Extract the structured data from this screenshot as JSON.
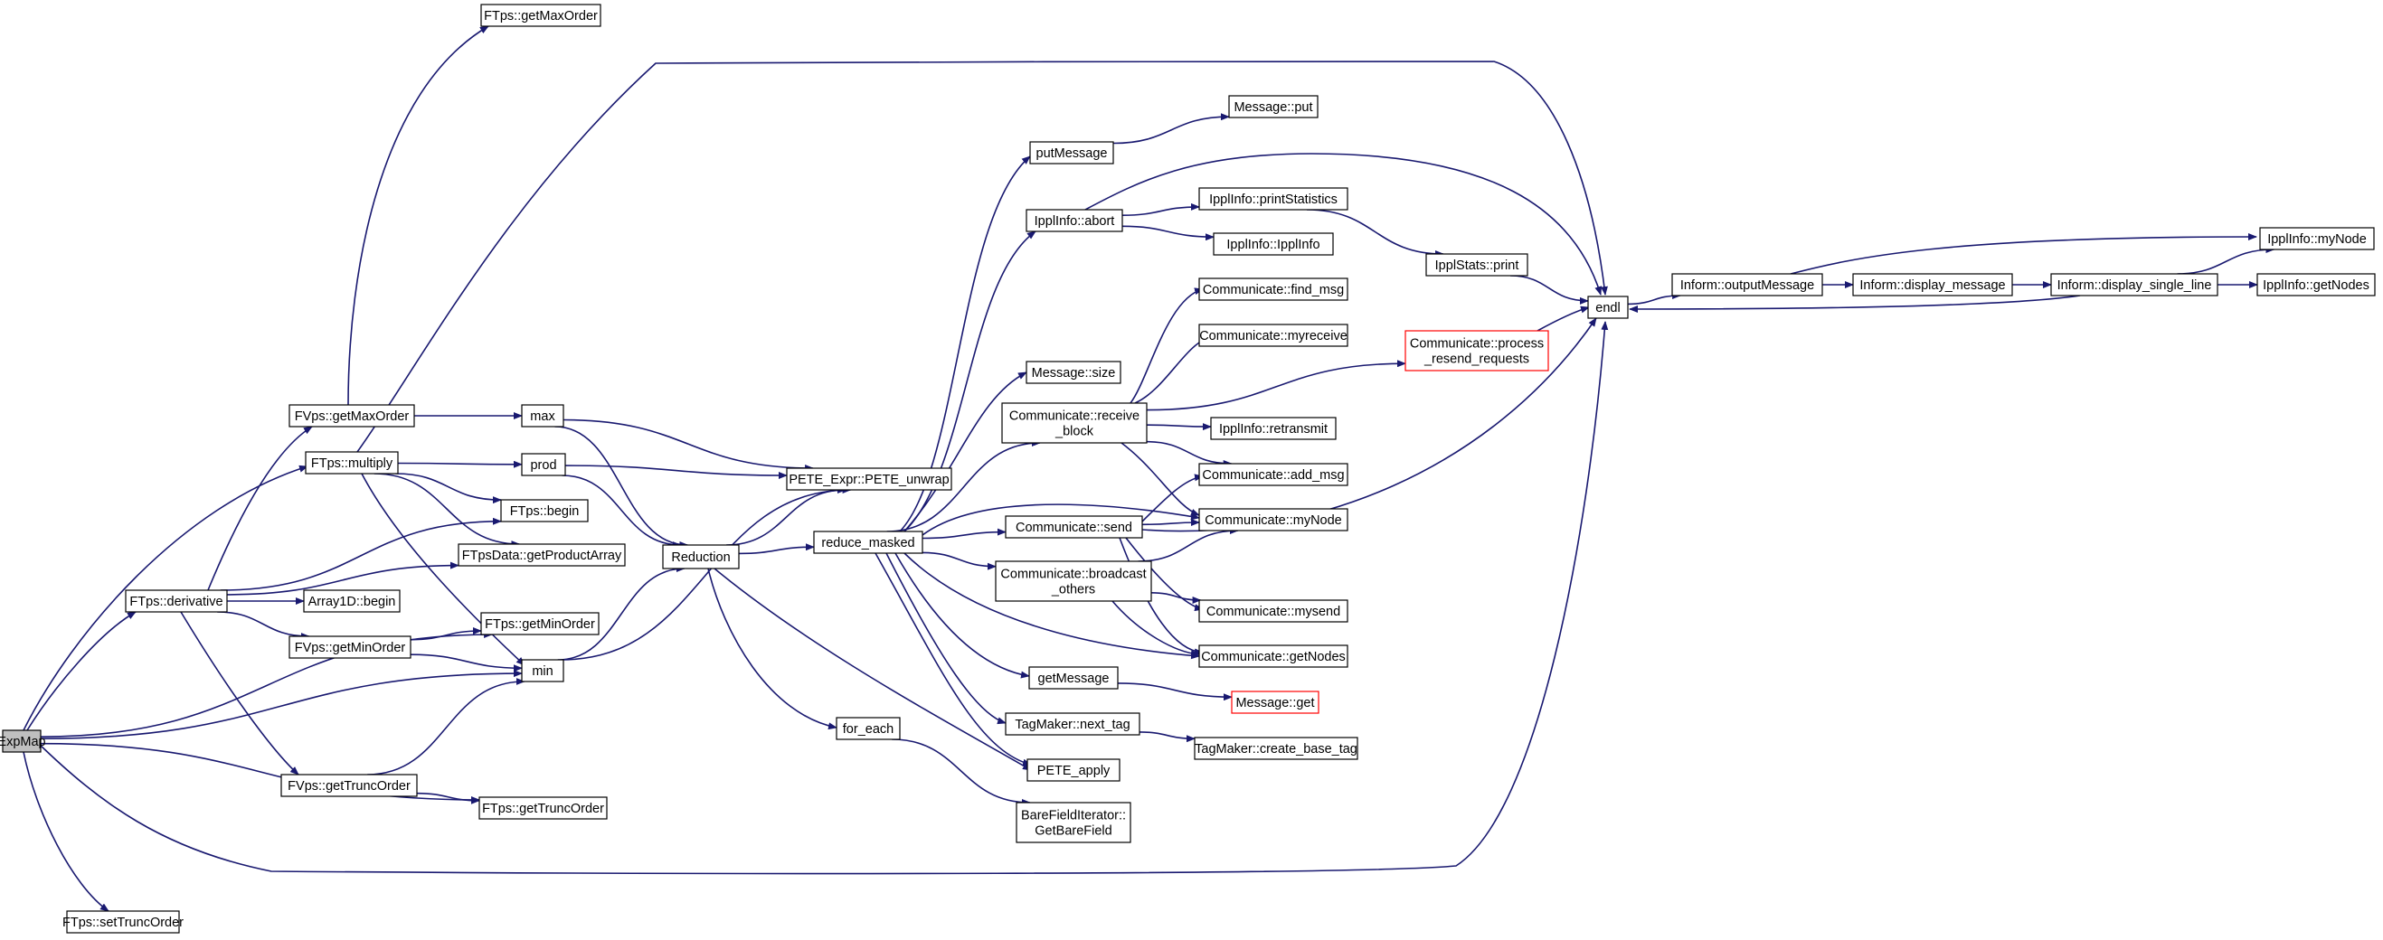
{
  "nodes": [
    {
      "id": "ExpMap",
      "lines": [
        "ExpMap"
      ],
      "style": "root"
    },
    {
      "id": "FTps::setTruncOrder",
      "lines": [
        "FTps::setTruncOrder"
      ]
    },
    {
      "id": "FTps::derivative",
      "lines": [
        "FTps::derivative"
      ]
    },
    {
      "id": "FVps::getMaxOrder",
      "lines": [
        "FVps::getMaxOrder"
      ]
    },
    {
      "id": "FTps::multiply",
      "lines": [
        "FTps::multiply"
      ]
    },
    {
      "id": "FVps::getMinOrder",
      "lines": [
        "FVps::getMinOrder"
      ]
    },
    {
      "id": "FVps::getTruncOrder",
      "lines": [
        "FVps::getTruncOrder"
      ]
    },
    {
      "id": "Array1D::begin",
      "lines": [
        "Array1D::begin"
      ]
    },
    {
      "id": "FTps::getMaxOrder",
      "lines": [
        "FTps::getMaxOrder"
      ]
    },
    {
      "id": "max",
      "lines": [
        "max"
      ]
    },
    {
      "id": "prod",
      "lines": [
        "prod"
      ]
    },
    {
      "id": "FTps::begin",
      "lines": [
        "FTps::begin"
      ]
    },
    {
      "id": "FTpsData::getProductArray",
      "lines": [
        "FTpsData::getProductArray"
      ]
    },
    {
      "id": "FTps::getMinOrder",
      "lines": [
        "FTps::getMinOrder"
      ]
    },
    {
      "id": "min",
      "lines": [
        "min"
      ]
    },
    {
      "id": "FTps::getTruncOrder",
      "lines": [
        "FTps::getTruncOrder"
      ]
    },
    {
      "id": "Reduction",
      "lines": [
        "Reduction"
      ]
    },
    {
      "id": "PETE_Expr::PETE_unwrap",
      "lines": [
        "PETE_Expr::PETE_unwrap"
      ]
    },
    {
      "id": "reduce_masked",
      "lines": [
        "reduce_masked"
      ]
    },
    {
      "id": "for_each",
      "lines": [
        "for_each"
      ]
    },
    {
      "id": "putMessage",
      "lines": [
        "putMessage"
      ]
    },
    {
      "id": "IpplInfo::abort",
      "lines": [
        "IpplInfo::abort"
      ]
    },
    {
      "id": "Message::size",
      "lines": [
        "Message::size"
      ]
    },
    {
      "id": "Communicate::receive_block",
      "lines": [
        "Communicate::receive",
        "_block"
      ]
    },
    {
      "id": "Communicate::send",
      "lines": [
        "Communicate::send"
      ]
    },
    {
      "id": "Communicate::broadcast_others",
      "lines": [
        "Communicate::broadcast",
        "_others"
      ]
    },
    {
      "id": "getMessage",
      "lines": [
        "getMessage"
      ]
    },
    {
      "id": "TagMaker::next_tag",
      "lines": [
        "TagMaker::next_tag"
      ]
    },
    {
      "id": "PETE_apply",
      "lines": [
        "PETE_apply"
      ]
    },
    {
      "id": "BareFieldIterator::GetBareField",
      "lines": [
        "BareFieldIterator::",
        "GetBareField"
      ]
    },
    {
      "id": "Message::put",
      "lines": [
        "Message::put"
      ]
    },
    {
      "id": "IpplInfo::printStatistics",
      "lines": [
        "IpplInfo::printStatistics"
      ]
    },
    {
      "id": "IpplInfo::IpplInfo",
      "lines": [
        "IpplInfo::IpplInfo"
      ]
    },
    {
      "id": "Communicate::find_msg",
      "lines": [
        "Communicate::find_msg"
      ]
    },
    {
      "id": "Communicate::myreceive",
      "lines": [
        "Communicate::myreceive"
      ]
    },
    {
      "id": "IpplInfo::retransmit",
      "lines": [
        "IpplInfo::retransmit"
      ]
    },
    {
      "id": "Communicate::add_msg",
      "lines": [
        "Communicate::add_msg"
      ]
    },
    {
      "id": "Communicate::myNode",
      "lines": [
        "Communicate::myNode"
      ]
    },
    {
      "id": "Communicate::mysend",
      "lines": [
        "Communicate::mysend"
      ]
    },
    {
      "id": "Communicate::getNodes",
      "lines": [
        "Communicate::getNodes"
      ]
    },
    {
      "id": "Message::get",
      "lines": [
        "Message::get"
      ],
      "style": "truncated"
    },
    {
      "id": "TagMaker::create_base_tag",
      "lines": [
        "TagMaker::create_base_tag"
      ]
    },
    {
      "id": "IpplStats::print",
      "lines": [
        "IpplStats::print"
      ]
    },
    {
      "id": "Communicate::process_resend_requests",
      "lines": [
        "Communicate::process",
        "_resend_requests"
      ],
      "style": "truncated"
    },
    {
      "id": "endl",
      "lines": [
        "endl"
      ]
    },
    {
      "id": "Inform::outputMessage",
      "lines": [
        "Inform::outputMessage"
      ]
    },
    {
      "id": "Inform::display_message",
      "lines": [
        "Inform::display_message"
      ]
    },
    {
      "id": "Inform::display_single_line",
      "lines": [
        "Inform::display_single_line"
      ]
    },
    {
      "id": "IpplInfo::myNode",
      "lines": [
        "IpplInfo::myNode"
      ]
    },
    {
      "id": "IpplInfo::getNodes",
      "lines": [
        "IpplInfo::getNodes"
      ]
    }
  ],
  "edges": [
    [
      "ExpMap",
      "FTps::setTruncOrder"
    ],
    [
      "ExpMap",
      "FTps::derivative"
    ],
    [
      "ExpMap",
      "FTps::multiply"
    ],
    [
      "ExpMap",
      "FTps::getMinOrder"
    ],
    [
      "ExpMap",
      "min"
    ],
    [
      "ExpMap",
      "FTps::getTruncOrder"
    ],
    [
      "ExpMap",
      "endl"
    ],
    [
      "FTps::derivative",
      "FVps::getMaxOrder"
    ],
    [
      "FTps::derivative",
      "FTps::begin"
    ],
    [
      "FTps::derivative",
      "FTpsData::getProductArray"
    ],
    [
      "FTps::derivative",
      "Array1D::begin"
    ],
    [
      "FTps::derivative",
      "FVps::getMinOrder"
    ],
    [
      "FTps::derivative",
      "FVps::getTruncOrder"
    ],
    [
      "FVps::getMaxOrder",
      "FTps::getMaxOrder"
    ],
    [
      "FVps::getMaxOrder",
      "max"
    ],
    [
      "FTps::multiply",
      "endl"
    ],
    [
      "FTps::multiply",
      "prod"
    ],
    [
      "FTps::multiply",
      "FTps::begin"
    ],
    [
      "FTps::multiply",
      "FTpsData::getProductArray"
    ],
    [
      "FTps::multiply",
      "min"
    ],
    [
      "FVps::getMinOrder",
      "FTps::getMinOrder"
    ],
    [
      "FVps::getMinOrder",
      "min"
    ],
    [
      "FVps::getTruncOrder",
      "min"
    ],
    [
      "FVps::getTruncOrder",
      "FTps::getTruncOrder"
    ],
    [
      "max",
      "PETE_Expr::PETE_unwrap"
    ],
    [
      "max",
      "Reduction"
    ],
    [
      "prod",
      "PETE_Expr::PETE_unwrap"
    ],
    [
      "prod",
      "Reduction"
    ],
    [
      "min",
      "PETE_Expr::PETE_unwrap"
    ],
    [
      "min",
      "Reduction"
    ],
    [
      "Reduction",
      "PETE_Expr::PETE_unwrap"
    ],
    [
      "Reduction",
      "reduce_masked"
    ],
    [
      "Reduction",
      "for_each"
    ],
    [
      "Reduction",
      "PETE_apply"
    ],
    [
      "for_each",
      "BareFieldIterator::GetBareField"
    ],
    [
      "reduce_masked",
      "putMessage"
    ],
    [
      "reduce_masked",
      "IpplInfo::abort"
    ],
    [
      "reduce_masked",
      "Message::size"
    ],
    [
      "reduce_masked",
      "Communicate::receive_block"
    ],
    [
      "reduce_masked",
      "Communicate::myNode"
    ],
    [
      "reduce_masked",
      "Communicate::send"
    ],
    [
      "reduce_masked",
      "Communicate::broadcast_others"
    ],
    [
      "reduce_masked",
      "Communicate::getNodes"
    ],
    [
      "reduce_masked",
      "getMessage"
    ],
    [
      "reduce_masked",
      "TagMaker::next_tag"
    ],
    [
      "reduce_masked",
      "PETE_apply"
    ],
    [
      "putMessage",
      "Message::put"
    ],
    [
      "IpplInfo::abort",
      "endl"
    ],
    [
      "IpplInfo::abort",
      "IpplInfo::printStatistics"
    ],
    [
      "IpplInfo::abort",
      "IpplInfo::IpplInfo"
    ],
    [
      "IpplInfo::printStatistics",
      "IpplStats::print"
    ],
    [
      "IpplStats::print",
      "endl"
    ],
    [
      "Communicate::receive_block",
      "Communicate::find_msg"
    ],
    [
      "Communicate::receive_block",
      "Communicate::myreceive"
    ],
    [
      "Communicate::receive_block",
      "Communicate::process_resend_requests"
    ],
    [
      "Communicate::receive_block",
      "IpplInfo::retransmit"
    ],
    [
      "Communicate::receive_block",
      "Communicate::add_msg"
    ],
    [
      "Communicate::receive_block",
      "Communicate::myNode"
    ],
    [
      "Communicate::process_resend_requests",
      "endl"
    ],
    [
      "Communicate::send",
      "endl"
    ],
    [
      "Communicate::send",
      "Communicate::add_msg"
    ],
    [
      "Communicate::send",
      "Communicate::myNode"
    ],
    [
      "Communicate::send",
      "Communicate::mysend"
    ],
    [
      "Communicate::send",
      "Communicate::getNodes"
    ],
    [
      "Communicate::broadcast_others",
      "Communicate::myNode"
    ],
    [
      "Communicate::broadcast_others",
      "Communicate::mysend"
    ],
    [
      "Communicate::broadcast_others",
      "Communicate::getNodes"
    ],
    [
      "getMessage",
      "Message::get"
    ],
    [
      "TagMaker::next_tag",
      "TagMaker::create_base_tag"
    ],
    [
      "endl",
      "Inform::outputMessage"
    ],
    [
      "Inform::outputMessage",
      "Inform::display_message"
    ],
    [
      "Inform::outputMessage",
      "IpplInfo::myNode"
    ],
    [
      "Inform::display_message",
      "Inform::display_single_line"
    ],
    [
      "Inform::display_single_line",
      "endl"
    ],
    [
      "Inform::display_single_line",
      "IpplInfo::myNode"
    ],
    [
      "Inform::display_single_line",
      "IpplInfo::getNodes"
    ]
  ],
  "colors": {
    "edge": "#191970",
    "node_border": "#000000",
    "root_fill": "#bfbfbf",
    "truncated_border": "#ff0000",
    "background": "#ffffff"
  }
}
